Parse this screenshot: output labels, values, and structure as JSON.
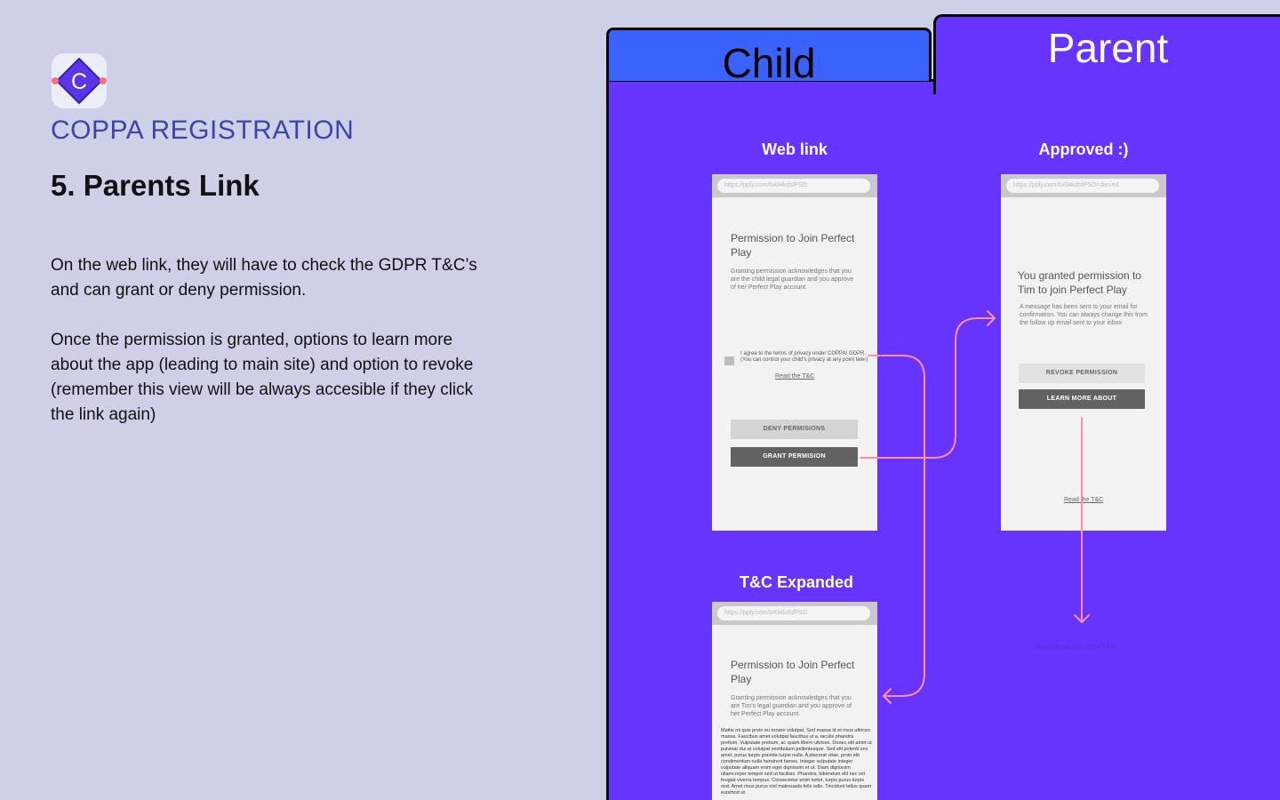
{
  "logo": {
    "letter": "C"
  },
  "header": {
    "section": "COPPA REGISTRATION",
    "title": "5. Parents Link"
  },
  "description": {
    "paragraph1": "On the web link, they will have to check the GDPR T&C’s and can grant or deny permission.",
    "paragraph2": "Once the permission is granted, options to learn more about the app (leading to main site) and option to revoke (remember this view will be always accesible if they click the link again)"
  },
  "tabs": {
    "child": "Child",
    "parent": "Parent"
  },
  "screens": {
    "weblink": {
      "label": "Web link",
      "url": "https://pply.com/0434kdsfPSD",
      "title": "Permission to Join Perfect Play",
      "subtitle": "Granting permission acknowledges that you are the child legal guardian and you approve of her Perfect Play account.",
      "agree_text": "I agree to the terms of privacy under COPPA/ GDPR. (You can control your child's privacy at any point later)",
      "read_tc": "Read the T&C",
      "deny_button": "DENY PERMISIONS",
      "grant_button": "GRANT PERMISION"
    },
    "approved": {
      "label": "Approved :)",
      "url": "https://pply.com/0434kdsfPSD=denied",
      "title": "You granted permission to Tim to join Perfect Play",
      "subtitle": "A message has been sent to your email for confirmation. You can always change this from the follow up email sent to your inbox",
      "revoke_button": "REVOKE PERMISSION",
      "learn_button": "LEARN MORE ABOUT",
      "read_tc": "Read the T&C"
    },
    "tc_expanded": {
      "label": "T&C Expanded",
      "url": "https://pply.com/0434kdsfPSD",
      "title": "Permission to Join Perfect Play",
      "subtitle": "Granting permission acknowledges that you are Tim's legal guardian and you approve of her Perfect Play account.",
      "body": "Mattis mi quis proin eu ornare volutpat. Sed massa id et risus ultrices massa. Faucibus amet volutpat faucibus ut a, iaculis pharetra pretium. Vulputate pretium, ac quam libero ultrices. Donec elit amet ut pulvinar dui at volutpat vestibulum pellentesque. Sed elit potenti orci amet, purus turpis gravida turpis nulla. A placerat vitae, proin elit condimentum nulla hendrerit fames. Integer vulputate integer vulputate aliquam enim eget dignissim et ut. Diam dignissim ullamcorper tempor sed ut facilisis. Pharetra, bibendum elit nec vel feugiat viverra tempus. Consectetur enim tortor, turpis purus turpis sed. Amet risus purus nisl malesuada felis odio. Tincidunt tellus quam euismod ut."
    },
    "website_note": "Website section about FP"
  },
  "colors": {
    "background": "#cdd0e6",
    "child_tab": "#3a63fd",
    "parent_canvas": "#6633ff",
    "arrow": "#ff8fa3",
    "accent_text": "#3d45a8"
  }
}
